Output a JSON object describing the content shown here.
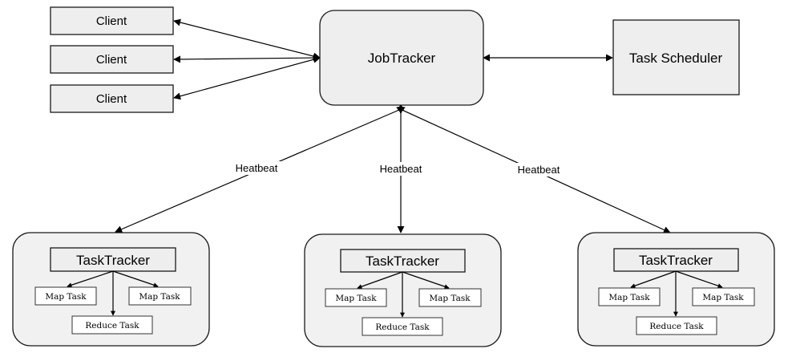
{
  "nodes": {
    "clients": [
      "Client",
      "Client",
      "Client"
    ],
    "job_tracker": "JobTracker",
    "task_scheduler": "Task Scheduler"
  },
  "edges": {
    "heartbeat_labels": [
      "Heatbeat",
      "Heatbeat",
      "Heatbeat"
    ]
  },
  "groups": [
    {
      "tracker": "TaskTracker",
      "tasks": [
        "Map Task",
        "Map Task",
        "Reduce Task"
      ]
    },
    {
      "tracker": "TaskTracker",
      "tasks": [
        "Map Task",
        "Map Task",
        "Reduce Task"
      ]
    },
    {
      "tracker": "TaskTracker",
      "tasks": [
        "Map Task",
        "Map Task",
        "Reduce Task"
      ]
    }
  ]
}
